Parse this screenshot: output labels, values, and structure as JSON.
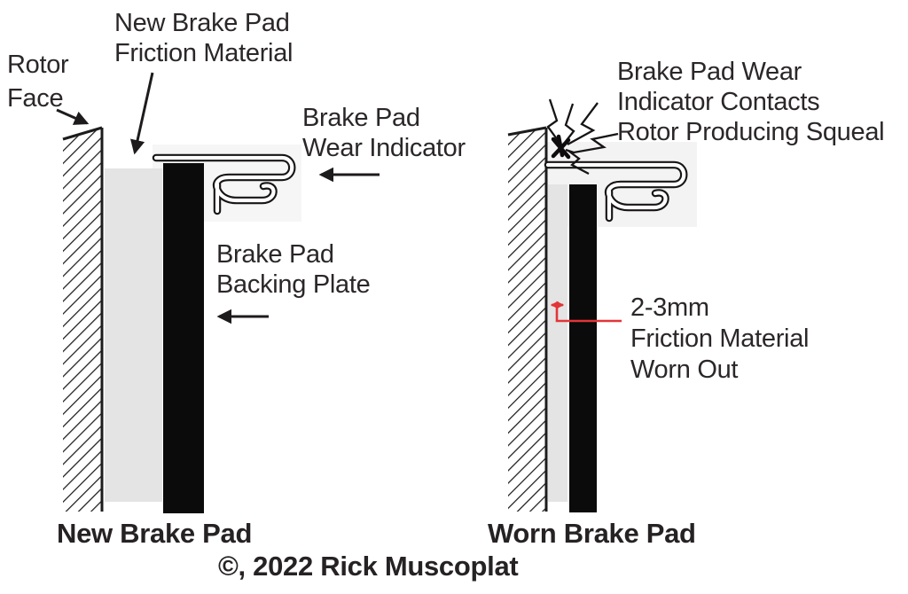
{
  "left_diagram": {
    "caption": "New Brake Pad",
    "labels": {
      "rotor_face": "Rotor\nFace",
      "friction_material": "New Brake Pad\nFriction Material",
      "wear_indicator": "Brake Pad\nWear Indicator",
      "backing_plate": "Brake Pad\nBacking Plate"
    }
  },
  "right_diagram": {
    "caption": "Worn Brake Pad",
    "labels": {
      "squeal_note": "Brake Pad Wear\nIndicator Contacts\nRotor Producing Squeal",
      "wear_note": "2-3mm\nFriction Material\nWorn Out"
    }
  },
  "footer": {
    "copyright": "©, 2022 Rick Muscoplat"
  },
  "colors": {
    "text": "#2b2728",
    "backing_plate_black": "#0b0b0b",
    "friction_gray": "#e4e4e4",
    "hatch_black": "#1c1c1c",
    "measure_red": "#e23537",
    "background": "#ffffff"
  }
}
